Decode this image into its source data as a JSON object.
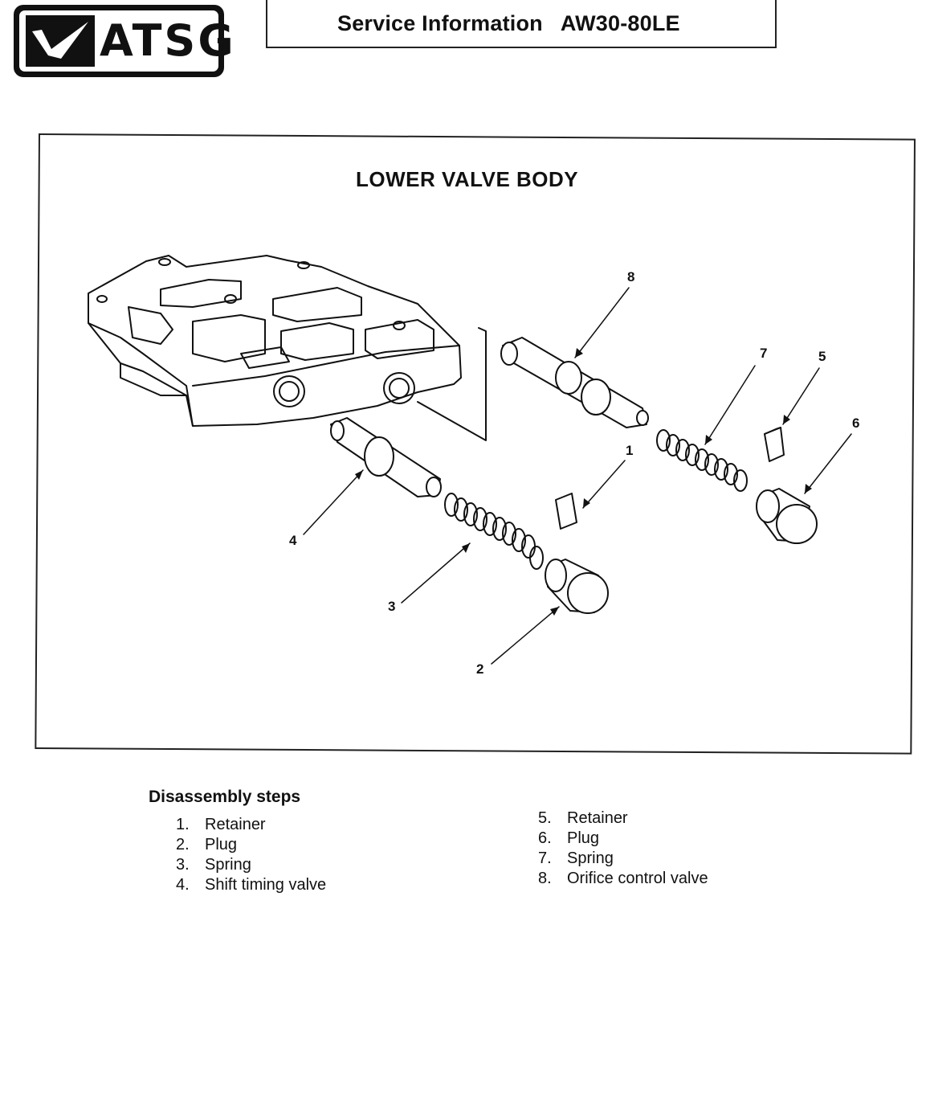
{
  "logo": {
    "text": "ATSG",
    "icon": "checkmark-logo-icon"
  },
  "header": {
    "label": "Service Information",
    "model": "AW30-80LE"
  },
  "figure": {
    "title": "LOWER VALVE BODY",
    "callouts": [
      "1",
      "2",
      "3",
      "4",
      "5",
      "6",
      "7",
      "8"
    ]
  },
  "steps": {
    "title": "Disassembly steps",
    "left": [
      {
        "num": "1.",
        "label": "Retainer"
      },
      {
        "num": "2.",
        "label": "Plug"
      },
      {
        "num": "3.",
        "label": "Spring"
      },
      {
        "num": "4.",
        "label": "Shift timing valve"
      }
    ],
    "right": [
      {
        "num": "5.",
        "label": "Retainer"
      },
      {
        "num": "6.",
        "label": "Plug"
      },
      {
        "num": "7.",
        "label": "Spring"
      },
      {
        "num": "8.",
        "label": "Orifice control valve"
      }
    ]
  }
}
